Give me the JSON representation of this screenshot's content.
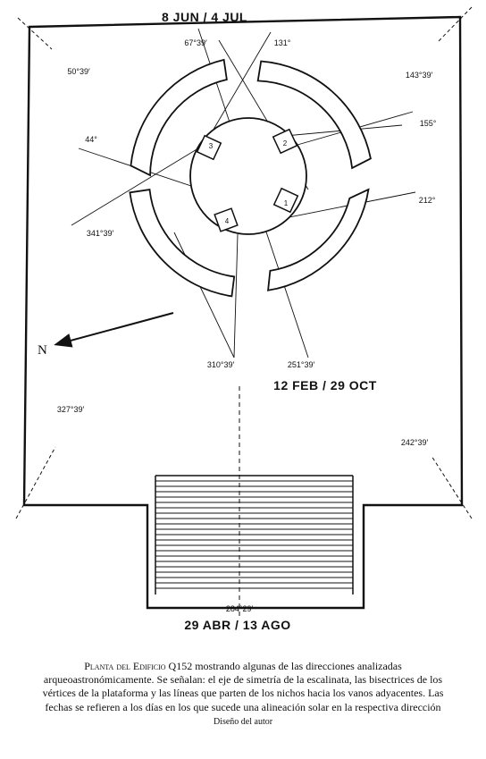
{
  "angles": {
    "a67": "67°39′",
    "a131": "131°",
    "a50": "50°39′",
    "a143": "143°39′",
    "a44": "44°",
    "a155": "155°",
    "a212": "212°",
    "a341": "341°39′",
    "a310": "310°39′",
    "a251": "251°39′",
    "a327": "327°39′",
    "a242": "242°39′",
    "a284": "284°29′"
  },
  "dates": {
    "top": "8 JUN / 4 JUL",
    "mid": "12 FEB / 29 OCT",
    "bottom": "29 ABR / 13 AGO"
  },
  "niches": [
    "1",
    "2",
    "3",
    "4"
  ],
  "north_label": "N",
  "caption": {
    "title": "Planta del Edificio Q152",
    "text": " mostrando algunas de las direcciones analizadas arqueoastronómicamente. Se señalan: el eje de simetría de la escalinata, las bisectrices de los vértices de la plataforma y las líneas que parten de los nichos hacia los vanos adyacentes. Las fechas se refieren a los días en los que sucede una alineación solar en la respectiva dirección",
    "credit": "Diseño del autor"
  }
}
